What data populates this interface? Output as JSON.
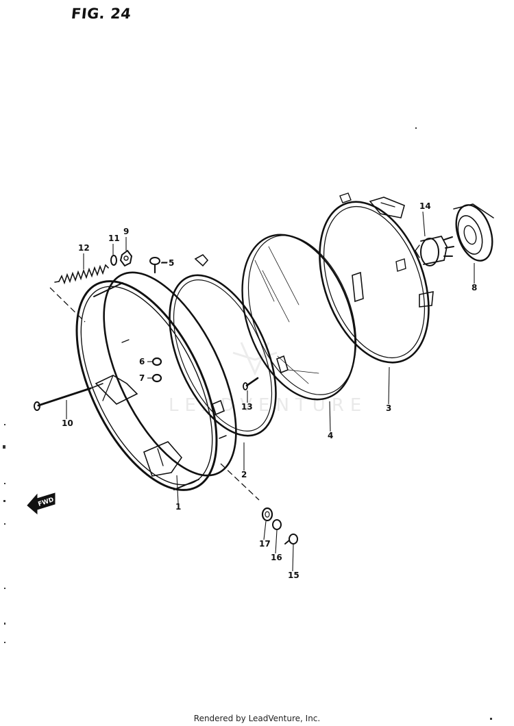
{
  "figure": {
    "title": "FIG. 24"
  },
  "watermark": {
    "text": "LEADVENTURE"
  },
  "direction_arrow": {
    "label": "FWD"
  },
  "callouts": [
    {
      "id": "1",
      "label": "1"
    },
    {
      "id": "2",
      "label": "2"
    },
    {
      "id": "3",
      "label": "3"
    },
    {
      "id": "4",
      "label": "4"
    },
    {
      "id": "5",
      "label": "5"
    },
    {
      "id": "6",
      "label": "6"
    },
    {
      "id": "7",
      "label": "7"
    },
    {
      "id": "8",
      "label": "8"
    },
    {
      "id": "9",
      "label": "9"
    },
    {
      "id": "10",
      "label": "10"
    },
    {
      "id": "11",
      "label": "11"
    },
    {
      "id": "12",
      "label": "12"
    },
    {
      "id": "13",
      "label": "13"
    },
    {
      "id": "14",
      "label": "14"
    },
    {
      "id": "15",
      "label": "15"
    },
    {
      "id": "16",
      "label": "16"
    },
    {
      "id": "17",
      "label": "17"
    }
  ],
  "footer": {
    "credit": "Rendered by LeadVenture, Inc."
  },
  "colors": {
    "ink": "#111111",
    "paper": "#ffffff",
    "watermark": "#e9e9e9"
  }
}
